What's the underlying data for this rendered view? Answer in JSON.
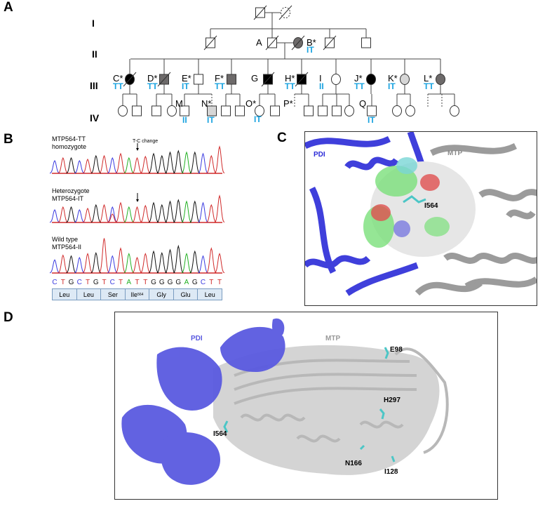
{
  "panels": {
    "a": "A",
    "b": "B",
    "c": "C",
    "d": "D"
  },
  "pedigree": {
    "generations": [
      "I",
      "II",
      "III",
      "IV"
    ],
    "gen2": {
      "a_label": "A",
      "b_label": "B*",
      "b_genotype": "IT"
    },
    "gen3": [
      {
        "label": "C*",
        "genotype": "TT"
      },
      {
        "label": "D*",
        "genotype": "TT"
      },
      {
        "label": "E*",
        "genotype": "IT"
      },
      {
        "label": "F*",
        "genotype": "TT"
      },
      {
        "label": "G",
        "genotype": ""
      },
      {
        "label": "H*",
        "genotype": "TT"
      },
      {
        "label": "I",
        "genotype": "II"
      },
      {
        "label": "J*",
        "genotype": "TT"
      },
      {
        "label": "K*",
        "genotype": "IT"
      },
      {
        "label": "L*",
        "genotype": "TT"
      }
    ],
    "gen4": [
      {
        "label": "M",
        "genotype": "II"
      },
      {
        "label": "N*",
        "genotype": "IT"
      },
      {
        "label": "O*",
        "genotype": "IT"
      },
      {
        "label": "P*",
        "genotype": ""
      },
      {
        "label": "Q",
        "genotype": "IT"
      }
    ],
    "colors": {
      "affected": "#000000",
      "dark_gray": "#6d6a6a",
      "light_gray": "#d6d6d6",
      "genotype": "#1aa3e0"
    }
  },
  "chromatogram": {
    "traces": [
      {
        "title1": "MTP564-TT",
        "title2": "homozygote",
        "annotation": "T-C  change"
      },
      {
        "title1": "Heterozygote",
        "title2": "MTP564-IT"
      },
      {
        "title1": "Wild type",
        "title2": "MTP564-II"
      }
    ],
    "sequence": [
      "C",
      "T",
      "G",
      "C",
      "T",
      "G",
      "T",
      "C",
      "T",
      "A",
      "T",
      "T",
      "G",
      "G",
      "G",
      "G",
      "A",
      "G",
      "C",
      "T",
      "T"
    ],
    "base_colors": {
      "A": "#22b022",
      "C": "#3a3ae0",
      "G": "#111111",
      "T": "#d02a2a"
    },
    "amino_acids": [
      "Leu",
      "Leu",
      "Ser",
      "Ile",
      "Gly",
      "Glu",
      "Leu"
    ],
    "ile_superscript": "564"
  },
  "structure_c": {
    "pdi": "PDI",
    "mtp": "MTP",
    "residue": "I564",
    "pdi_color": "#2b2bd8",
    "mtp_color": "#8a8a8a"
  },
  "structure_d": {
    "pdi": "PDI",
    "mtp": "MTP",
    "residues": [
      "E98",
      "H297",
      "I564",
      "N166",
      "I128"
    ],
    "pdi_color": "#5a5ae0",
    "mtp_color": "#c4c4c4"
  }
}
